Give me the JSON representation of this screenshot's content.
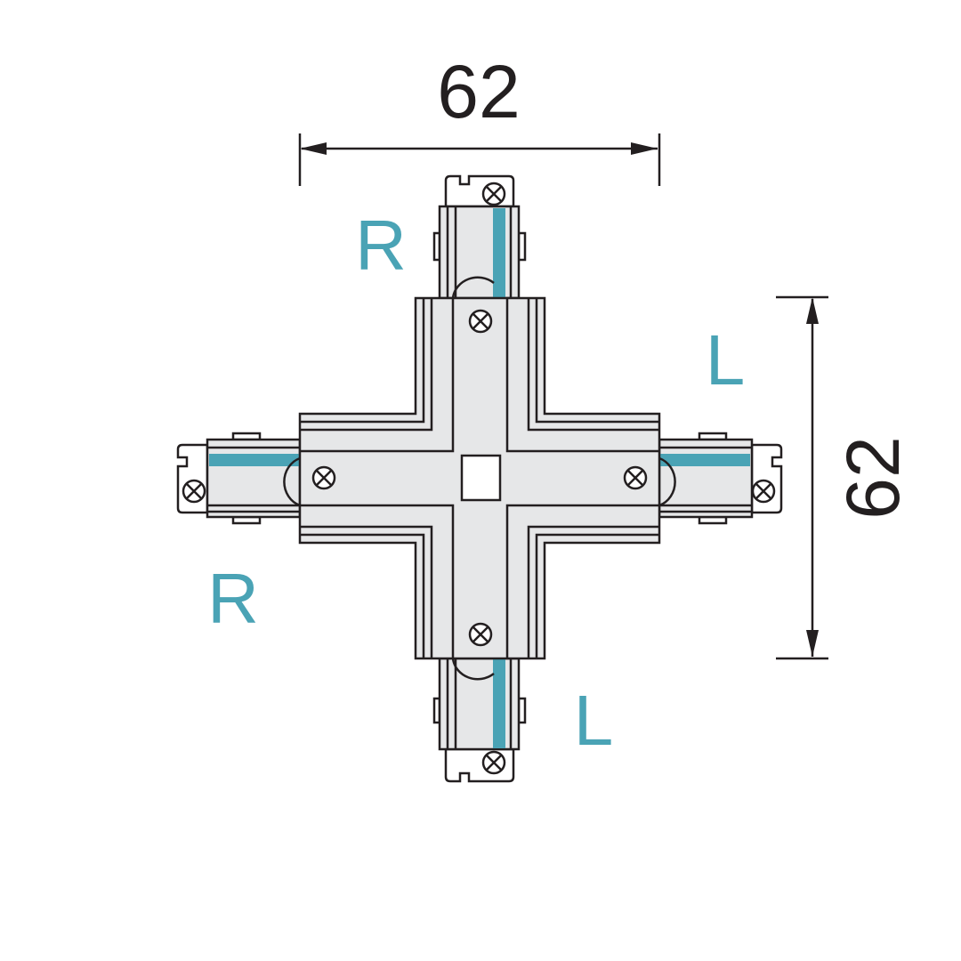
{
  "dimensions": {
    "width_label": "62",
    "height_label": "62"
  },
  "labels": {
    "top": "R",
    "right": "L",
    "left": "R",
    "bottom": "L"
  },
  "colors": {
    "accent": "#4aa3b5",
    "body": "#e6e7e8",
    "stroke": "#231f20"
  }
}
